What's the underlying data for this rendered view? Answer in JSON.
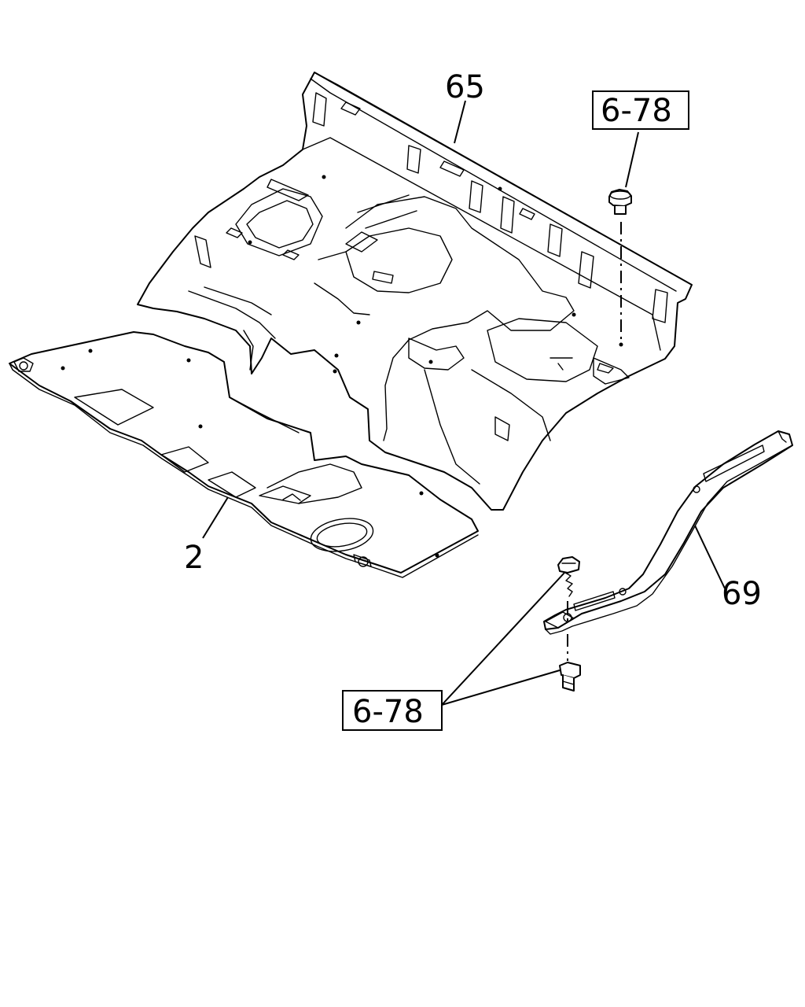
{
  "diagram": {
    "callouts": [
      {
        "id": "floor_panel",
        "label": "65"
      },
      {
        "id": "floor_cover",
        "label": "2"
      },
      {
        "id": "side_rail",
        "label": "69"
      }
    ],
    "references": [
      {
        "id": "ref_upper",
        "label": "6-78"
      },
      {
        "id": "ref_lower",
        "label": "6-78"
      }
    ]
  }
}
